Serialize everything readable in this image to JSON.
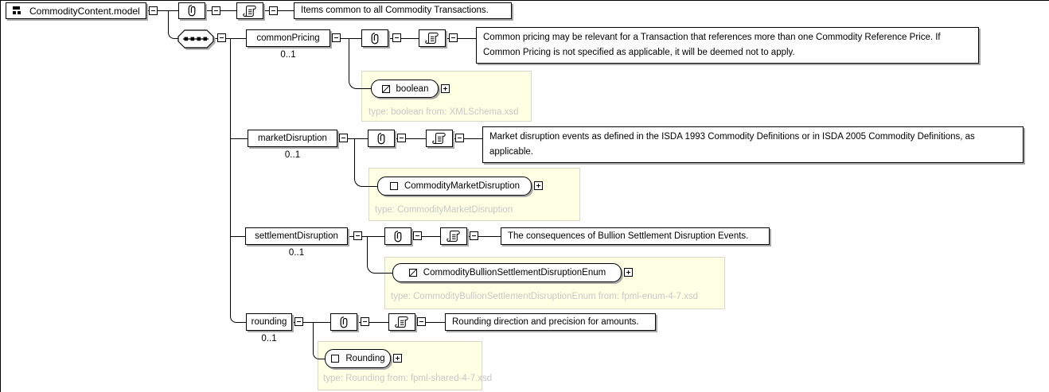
{
  "root": {
    "label": "CommodityContent.model",
    "annotation": "Items common to all Commodity Transactions."
  },
  "elements": [
    {
      "name": "commonPricing",
      "cardinality": "0..1",
      "annotation": "Common pricing may be relevant for a Transaction that references more than one Commodity Reference Price. If Common Pricing is not specified as applicable, it will be deemed not to apply.",
      "type_name": "boolean",
      "type_kind": "simple",
      "type_note": "type: boolean from: XMLSchema.xsd"
    },
    {
      "name": "marketDisruption",
      "cardinality": "0..1",
      "annotation": "Market disruption events as defined in the ISDA 1993 Commodity Definitions or in ISDA 2005 Commodity Definitions, as applicable.",
      "type_name": "CommodityMarketDisruption",
      "type_kind": "complex",
      "type_note": "type: CommodityMarketDisruption"
    },
    {
      "name": "settlementDisruption",
      "cardinality": "0..1",
      "annotation": "The consequences of Bullion Settlement Disruption Events.",
      "type_name": "CommodityBullionSettlementDisruptionEnum",
      "type_kind": "simple",
      "type_note": "type: CommodityBullionSettlementDisruptionEnum from: fpml-enum-4-7.xsd"
    },
    {
      "name": "rounding",
      "cardinality": "0..1",
      "annotation": "Rounding direction and precision for amounts.",
      "type_name": "Rounding",
      "type_kind": "complex",
      "type_note": "type: Rounding from: fpml-shared-4-7.xsd"
    }
  ],
  "icons": {
    "root": "model-group-icon",
    "attributes": "paperclip-icon",
    "annotation": "annotation-scroll-icon",
    "compositor": "sequence-icon",
    "simple_type": "simple-type-icon",
    "complex_type": "complex-type-icon",
    "collapse": "collapse-minus-icon",
    "expand": "expand-plus-icon"
  },
  "colors": {
    "background": "#ffffff",
    "line": "#000000",
    "box_shadow": "#a9a9a9",
    "type_panel_bg": "#ffffe3",
    "type_panel_border": "#d9d9c6",
    "muted_type_text": "#c8c8c8"
  }
}
